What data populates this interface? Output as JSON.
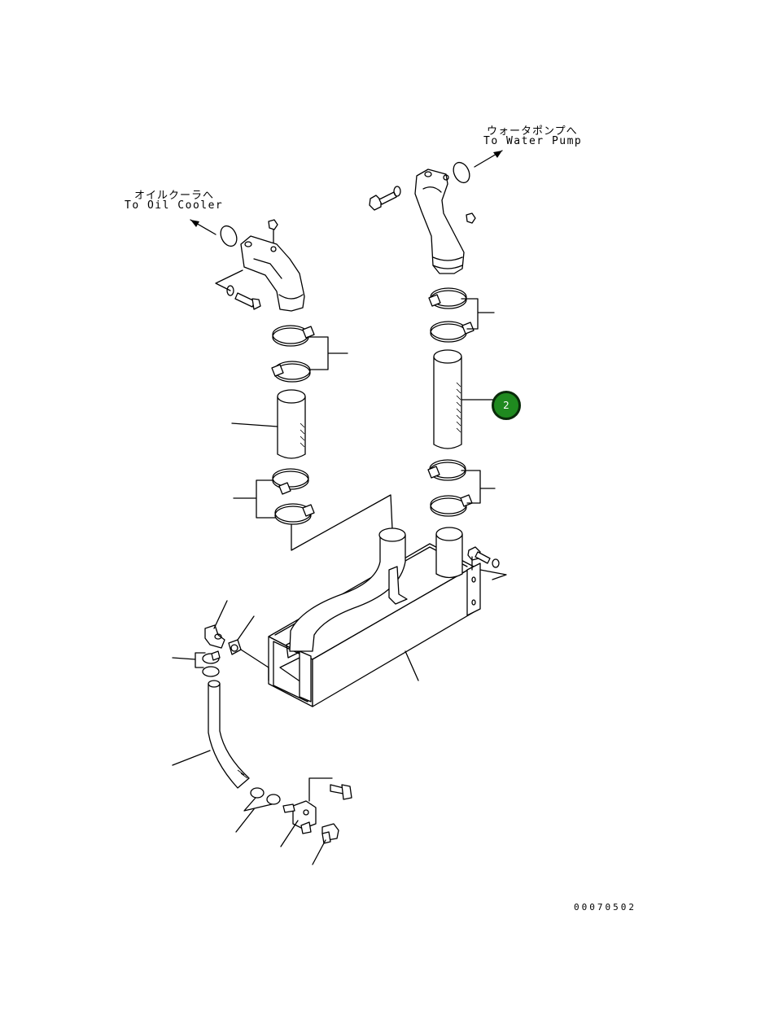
{
  "labels": {
    "water_pump_jp": "ウォータポンプへ",
    "water_pump_en": "To Water Pump",
    "oil_cooler_jp": "オイルクーラへ",
    "oil_cooler_en": "To Oil Cooler",
    "drawing_code": "00070502"
  },
  "callouts": [
    {
      "number": "2"
    }
  ],
  "colors": {
    "callout_fill": "#1f8a1f",
    "callout_border": "#0a2a0a",
    "line": "#000000"
  }
}
